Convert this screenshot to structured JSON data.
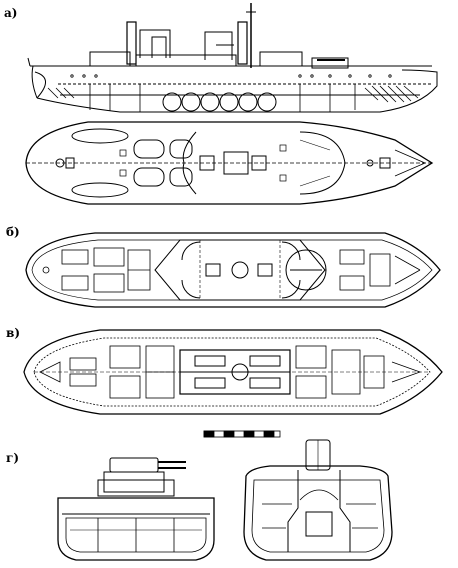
{
  "labels": {
    "a": "а)",
    "b": "б)",
    "v": "в)",
    "g": "г)"
  },
  "colors": {
    "ink": "#000000",
    "paper": "#ffffff"
  }
}
